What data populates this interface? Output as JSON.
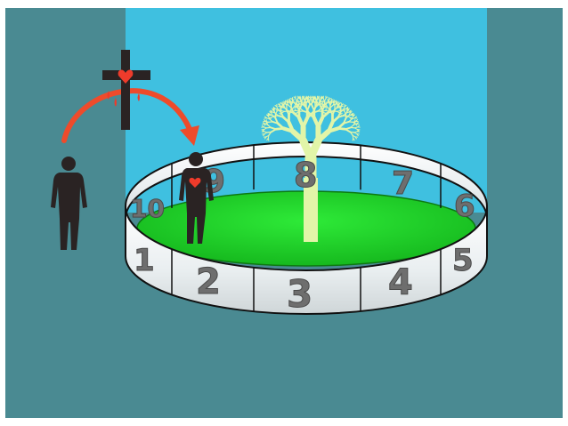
{
  "colors": {
    "background": "#4a8a92",
    "sky": "#3fc0e0",
    "grass": "#22d32a",
    "wall": "#f2f2f2",
    "tree": "#e2f5a8",
    "arrow": "#ee4b2b",
    "heart": "#ee3b2b",
    "figure": "#2a2323",
    "cross": "#2a2323"
  },
  "ring": {
    "numbers": [
      "1",
      "2",
      "3",
      "4",
      "5",
      "6",
      "7",
      "8",
      "9",
      "10"
    ]
  },
  "icons": {
    "cross": "cross-icon",
    "heart": "heart-icon",
    "arrow": "curved-arrow-icon",
    "tree": "fractal-tree-icon",
    "person": "person-icon"
  }
}
